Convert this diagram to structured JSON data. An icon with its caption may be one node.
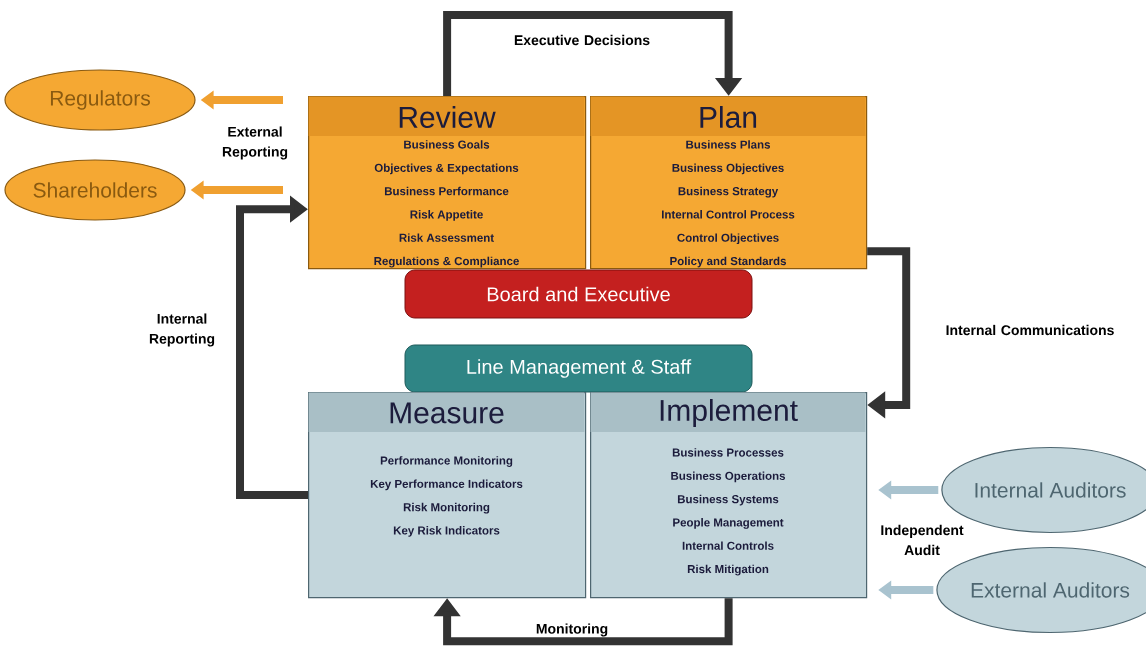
{
  "diagram": {
    "nodes": [
      {
        "text": [
          "Review",
          "Business Goals",
          "Objectives & Expectations",
          "Business Performance",
          "Risk Appetite",
          "Risk Assessment",
          "Regulations & Compliance"
        ]
      },
      {
        "text": [
          "Plan",
          "Business Plans",
          "Business Objectives",
          "Business Strategy",
          "Internal Control Process",
          "Control Objectives",
          "Policy and Standards"
        ]
      },
      {
        "text": [
          "Board and Executive"
        ]
      },
      {
        "text": [
          "Line Management & Staff"
        ]
      },
      {
        "text": [
          "Measure",
          "Performance Monitoring",
          "Key Performance Indicators",
          "Risk Monitoring",
          "Key Risk Indicators"
        ]
      },
      {
        "text": [
          "Implement",
          "Business Processes",
          "Business Operations",
          "Business Systems",
          "People Management",
          "Internal Controls",
          "Risk Mitigation"
        ]
      },
      {
        "text": [
          "Regulators"
        ]
      },
      {
        "text": [
          "Shareholders"
        ]
      },
      {
        "text": [
          "Internal Auditors"
        ]
      },
      {
        "text": [
          "External Auditors"
        ]
      }
    ],
    "edges": [
      {
        "from": 0,
        "to": 1,
        "arrow": "to",
        "label": "Executive Decisions"
      },
      {
        "from": 1,
        "to": 5,
        "arrow": "to",
        "label": "Internal Communications"
      },
      {
        "from": 5,
        "to": 4,
        "arrow": "to",
        "label": "Monitoring"
      },
      {
        "from": 4,
        "to": 0,
        "arrow": "to",
        "label": "Internal Reporting"
      },
      {
        "from": 0,
        "to": 6,
        "arrow": "to",
        "color": "#f0a030"
      },
      {
        "from": 0,
        "to": 7,
        "arrow": "to",
        "color": "#f0a030"
      },
      {
        "from": 8,
        "to": 5,
        "arrow": "to",
        "color": "#a9c3cf"
      },
      {
        "from": 9,
        "to": 5,
        "arrow": "to",
        "color": "#a9c3cf"
      }
    ],
    "labels": [
      "External Reporting",
      "Independent Audit"
    ]
  }
}
